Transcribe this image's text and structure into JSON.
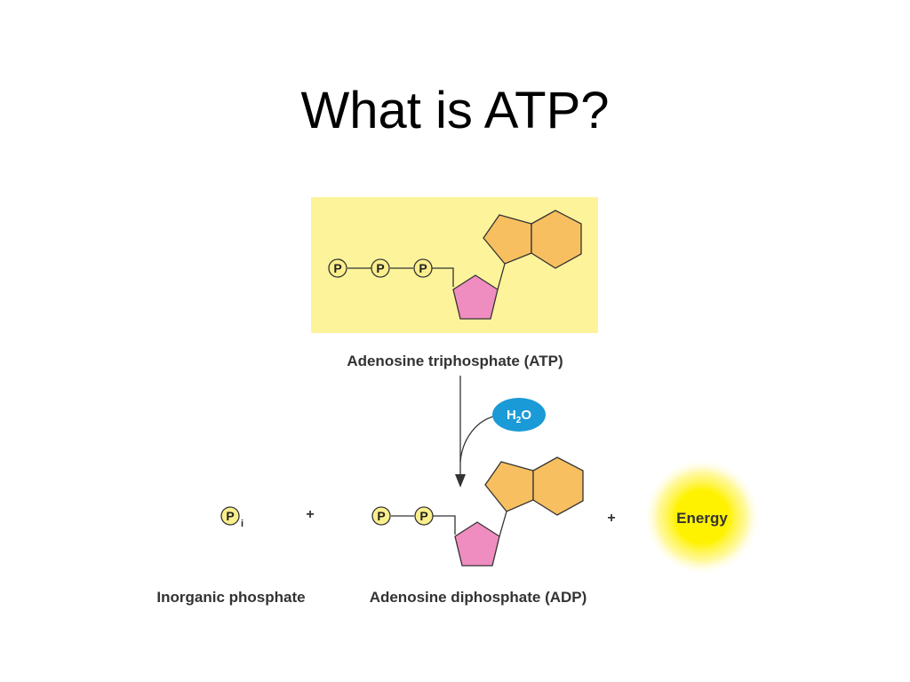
{
  "slide": {
    "title": "What is ATP?"
  },
  "diagram": {
    "atp_label": "Adenosine triphosphate (ATP)",
    "adp_label": "Adenosine diphosphate (ADP)",
    "pi_label": "Inorganic phosphate",
    "phosphate_symbol": "P",
    "pi_subscript": "i",
    "water": {
      "main": "H",
      "sub": "2",
      "end": "O"
    },
    "plus_sign": "+",
    "energy_label": "Energy"
  },
  "colors": {
    "atp_background": "#fdf39a",
    "ribose": "#f08dc0",
    "adenine": "#f7bf60",
    "phosphate_fill": "#fbef8c",
    "water_bubble": "#1a9ad6",
    "energy_glow": "#fff200"
  }
}
